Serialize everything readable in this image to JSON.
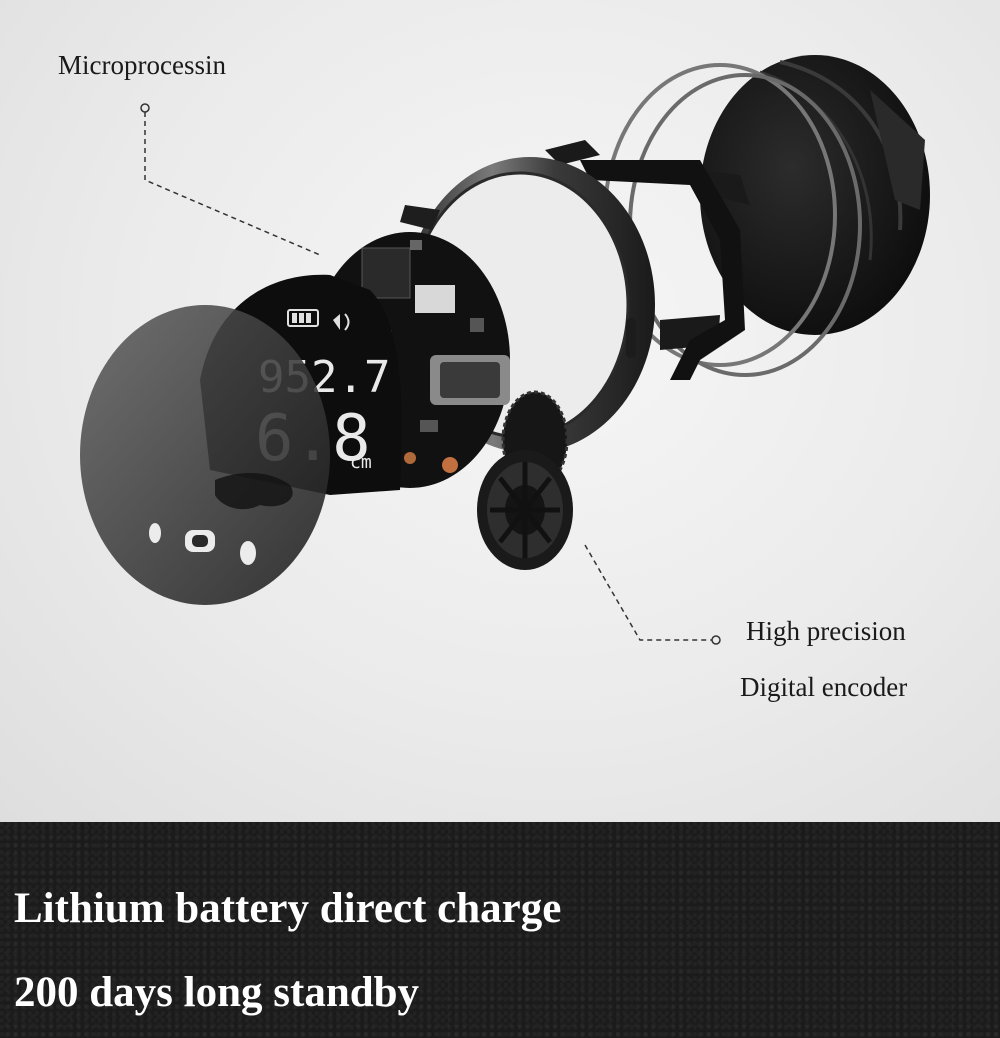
{
  "annotations": {
    "microprocessor_label": "Microprocessin",
    "encoder_label_line1": "High precision",
    "encoder_label_line2": "Digital encoder"
  },
  "display": {
    "reading_top": "952.7",
    "reading_bottom": "6.8",
    "unit": "cm"
  },
  "banner": {
    "line1": "Lithium battery direct charge",
    "line2": "200 days long standby"
  },
  "colors": {
    "banner_background": "#1b1b1b",
    "device_black": "#141414",
    "metal_ring": "#4a4a4a",
    "scene_background": "#ececec"
  }
}
